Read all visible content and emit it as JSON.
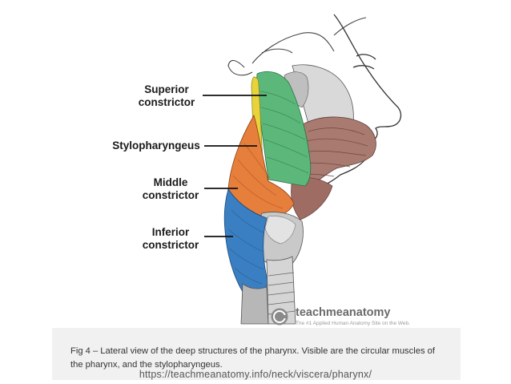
{
  "figure": {
    "labels": {
      "superior": [
        "Superior",
        "constrictor"
      ],
      "stylopharyngeus": "Stylopharyngeus",
      "middle": [
        "Middle",
        "constrictor"
      ],
      "inferior": [
        "Inferior",
        "constrictor"
      ]
    },
    "muscle_colors": {
      "superior_constrictor": "#5cb87a",
      "stylopharyngeus": "#e8d33a",
      "middle_constrictor": "#e67e3c",
      "inferior_constrictor": "#3a7fc2"
    },
    "watermark": {
      "name": "teachmeanatomy",
      "tagline": "The #1 Applied Human Anatomy Site on the Web."
    }
  },
  "caption": "Fig 4 – Lateral view of the deep structures of the pharynx. Visible are the circular muscles of the pharynx, and the stylopharyngeus.",
  "source_url": "https://teachmeanatomy.info/neck/viscera/pharynx/"
}
